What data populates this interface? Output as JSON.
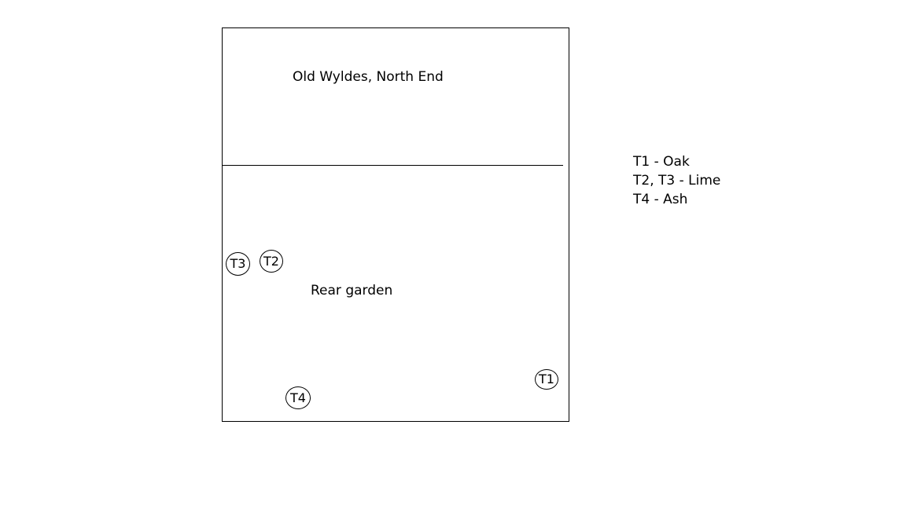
{
  "site": {
    "house_label": "Old Wyldes, North End",
    "garden_label": "Rear garden"
  },
  "trees": {
    "t1": "T1",
    "t2": "T2",
    "t3": "T3",
    "t4": "T4"
  },
  "legend": {
    "items": [
      "T1 - Oak",
      "T2, T3 - Lime",
      "T4 - Ash"
    ]
  }
}
